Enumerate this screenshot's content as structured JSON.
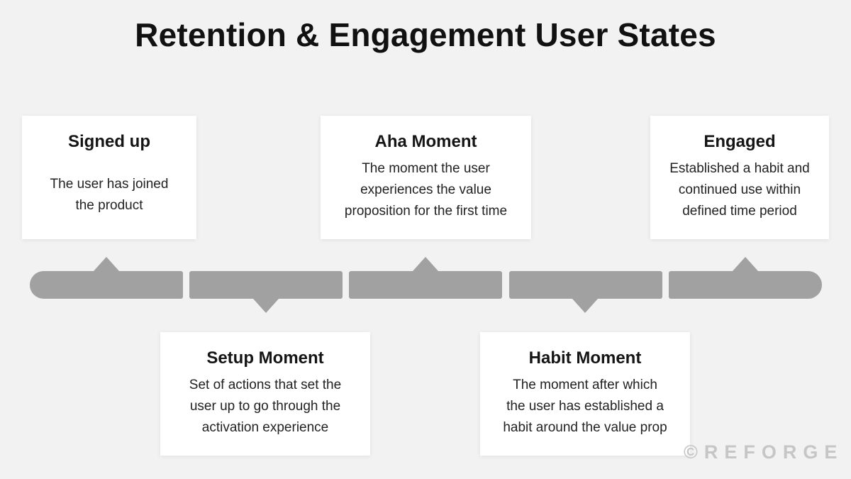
{
  "title": "Retention & Engagement User States",
  "states": [
    {
      "title": "Signed up",
      "description": "The user has joined\nthe product"
    },
    {
      "title": "Setup Moment",
      "description": "Set of actions that set the\nuser up to go through the\nactivation experience"
    },
    {
      "title": "Aha Moment",
      "description": "The moment the user\nexperiences the value\nproposition for the first time"
    },
    {
      "title": "Habit Moment",
      "description": "The moment after which\nthe user has established a\nhabit around the value prop"
    },
    {
      "title": "Engaged",
      "description": "Established a habit and\ncontinued use within\ndefined time period"
    }
  ],
  "colors": {
    "background": "#f2f2f2",
    "bar": "#a1a1a1",
    "card": "#ffffff",
    "watermark": "#c6c6c6"
  },
  "watermark": "©REFORGE"
}
